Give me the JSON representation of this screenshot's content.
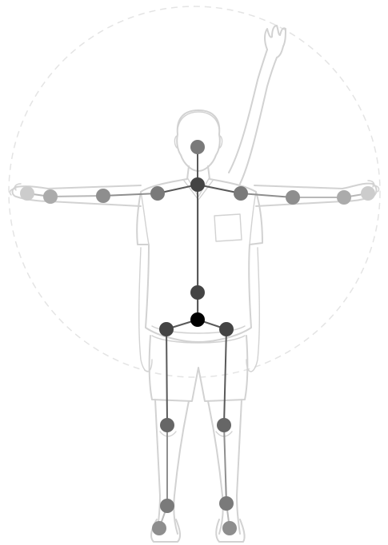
{
  "diagram": {
    "kind": "human pose skeleton keypoints",
    "colors": {
      "bone_dark": "#595959",
      "bone_mid": "#8f8f8f",
      "bone_light": "#b8b8b8",
      "joint_root": "#000000",
      "joint_dark": "#444444",
      "joint_mid": "#666666",
      "joint_grey": "#7a7a7a",
      "joint_light": "#8e8e8e",
      "joint_lighter": "#ababab",
      "joint_lightest": "#cccccc",
      "outline": "#d2d2d2"
    },
    "joints": [
      {
        "id": "head",
        "color": "joint_grey"
      },
      {
        "id": "neck",
        "color": "joint_dark"
      },
      {
        "id": "right-shoulder",
        "color": "joint_grey"
      },
      {
        "id": "right-elbow",
        "color": "joint_light"
      },
      {
        "id": "right-wrist",
        "color": "joint_lighter"
      },
      {
        "id": "right-hand",
        "color": "joint_lightest"
      },
      {
        "id": "left-shoulder",
        "color": "joint_grey"
      },
      {
        "id": "left-elbow",
        "color": "joint_light"
      },
      {
        "id": "left-wrist",
        "color": "joint_lighter"
      },
      {
        "id": "left-hand",
        "color": "joint_lightest"
      },
      {
        "id": "spine",
        "color": "joint_dark"
      },
      {
        "id": "pelvis",
        "color": "joint_root"
      },
      {
        "id": "right-hip",
        "color": "joint_dark"
      },
      {
        "id": "left-hip",
        "color": "joint_dark"
      },
      {
        "id": "right-knee",
        "color": "joint_mid"
      },
      {
        "id": "left-knee",
        "color": "joint_mid"
      },
      {
        "id": "right-ankle",
        "color": "joint_grey"
      },
      {
        "id": "left-ankle",
        "color": "joint_grey"
      },
      {
        "id": "right-foot",
        "color": "joint_light"
      },
      {
        "id": "left-foot",
        "color": "joint_light"
      }
    ],
    "bones": [
      {
        "from": "head",
        "to": "neck",
        "color": "bone_dark"
      },
      {
        "from": "neck",
        "to": "spine",
        "color": "bone_dark"
      },
      {
        "from": "spine",
        "to": "pelvis",
        "color": "bone_dark"
      },
      {
        "from": "pelvis",
        "to": "right-hip",
        "color": "bone_dark"
      },
      {
        "from": "pelvis",
        "to": "left-hip",
        "color": "bone_dark"
      },
      {
        "from": "right-hip",
        "to": "right-knee",
        "color": "bone_dark"
      },
      {
        "from": "left-hip",
        "to": "left-knee",
        "color": "bone_dark"
      },
      {
        "from": "right-knee",
        "to": "right-ankle",
        "color": "bone_mid"
      },
      {
        "from": "left-knee",
        "to": "left-ankle",
        "color": "bone_mid"
      },
      {
        "from": "right-ankle",
        "to": "right-foot",
        "color": "bone_light"
      },
      {
        "from": "left-ankle",
        "to": "left-foot",
        "color": "bone_light"
      },
      {
        "from": "neck",
        "to": "right-shoulder",
        "color": "bone_dark"
      },
      {
        "from": "neck",
        "to": "left-shoulder",
        "color": "bone_dark"
      },
      {
        "from": "right-shoulder",
        "to": "right-elbow",
        "color": "bone_mid"
      },
      {
        "from": "left-shoulder",
        "to": "left-elbow",
        "color": "bone_mid"
      },
      {
        "from": "right-elbow",
        "to": "right-wrist",
        "color": "bone_light"
      },
      {
        "from": "left-elbow",
        "to": "left-wrist",
        "color": "bone_light"
      },
      {
        "from": "right-wrist",
        "to": "right-hand",
        "color": "bone_light"
      },
      {
        "from": "left-wrist",
        "to": "left-hand",
        "color": "bone_light"
      }
    ]
  }
}
